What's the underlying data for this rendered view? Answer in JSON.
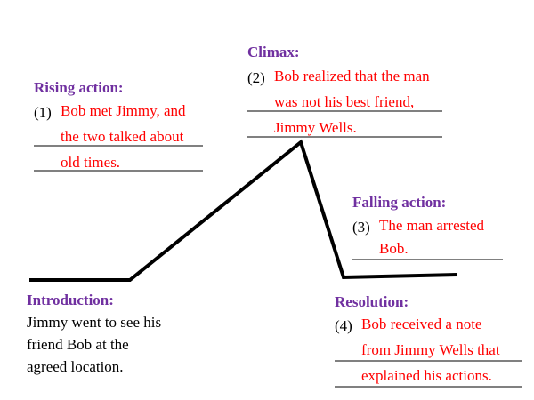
{
  "colors": {
    "heading": "#7030a0",
    "answer": "#ff0000",
    "text": "#000000",
    "line": "#000000"
  },
  "rising": {
    "heading": "Rising action:",
    "number": "(1)",
    "lines": [
      "Bob met Jimmy, and",
      "the two talked about",
      "old times."
    ]
  },
  "climax": {
    "heading": "Climax:",
    "number": "(2)",
    "lines": [
      "Bob realized that the man",
      "was not his best friend,",
      "Jimmy Wells."
    ]
  },
  "falling": {
    "heading": "Falling action:",
    "number": "(3)",
    "lines": [
      "The man arrested",
      "Bob."
    ]
  },
  "introduction": {
    "heading": "Introduction:",
    "lines": [
      "Jimmy went to see his",
      "friend Bob at the",
      "agreed location."
    ]
  },
  "resolution": {
    "heading": "Resolution:",
    "number": "(4)",
    "lines": [
      "Bob received a note",
      "from Jimmy Wells that",
      "explained his actions."
    ]
  }
}
